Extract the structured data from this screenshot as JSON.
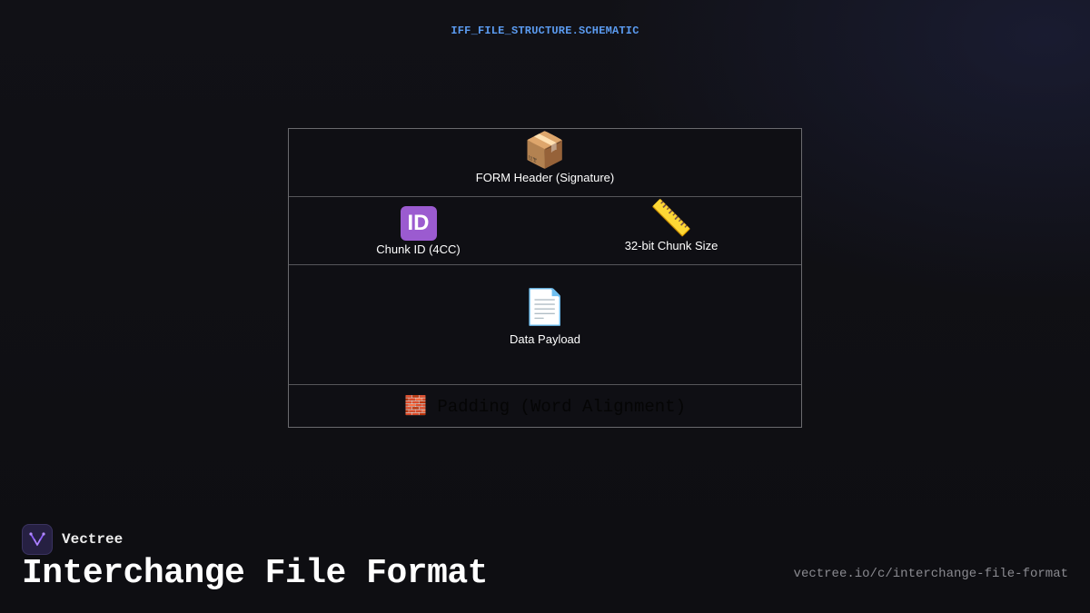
{
  "diagram": {
    "title": "IFF_FILE_STRUCTURE.SCHEMATIC",
    "form_header": {
      "icon": "package-icon",
      "glyph": "📦",
      "label": "FORM Header (Signature)"
    },
    "chunk_id": {
      "icon": "id-icon",
      "glyph": "ID",
      "label": "Chunk ID (4CC)"
    },
    "chunk_size": {
      "icon": "ruler-icon",
      "glyph": "📏",
      "label": "32-bit Chunk Size"
    },
    "data_payload": {
      "icon": "document-icon",
      "glyph": "📄",
      "label": "Data Payload"
    },
    "padding": {
      "icon": "brick-icon",
      "glyph": "🧱",
      "label": "Padding (Word Alignment)"
    }
  },
  "brand": {
    "name": "Vectree",
    "logo": "vectree-logo-icon",
    "accent": "#8b5cf6"
  },
  "page": {
    "title": "Interchange File Format",
    "url": "vectree.io/c/interchange-file-format"
  },
  "colors": {
    "background": "#111116",
    "title_accent": "#5b9bf0",
    "border": "#6a6a6e"
  }
}
